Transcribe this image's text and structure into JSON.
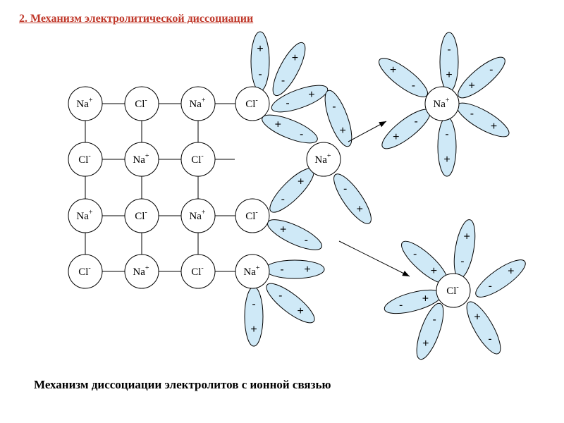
{
  "title": "2. Механизм электролитической диссоциации",
  "caption": "Механизм диссоциации электролитов  с ионной связью",
  "colors": {
    "title": "#c0392b",
    "dipole_fill": "#cfe9f7"
  },
  "ions": {
    "na": {
      "symbol": "Na",
      "charge": "+"
    },
    "cl": {
      "symbol": "Cl",
      "charge": "-"
    }
  },
  "lattice": [
    [
      "na",
      "cl",
      "na",
      "cl"
    ],
    [
      "cl",
      "na",
      "cl",
      null
    ],
    [
      "na",
      "cl",
      "na",
      "cl"
    ],
    [
      "cl",
      "na",
      "cl",
      "na"
    ]
  ],
  "free_ions": {
    "na_leaving": "na",
    "na_hydrated": "na",
    "cl_hydrated": "cl"
  },
  "dipole_signs": {
    "positive": "+",
    "negative": "-"
  }
}
